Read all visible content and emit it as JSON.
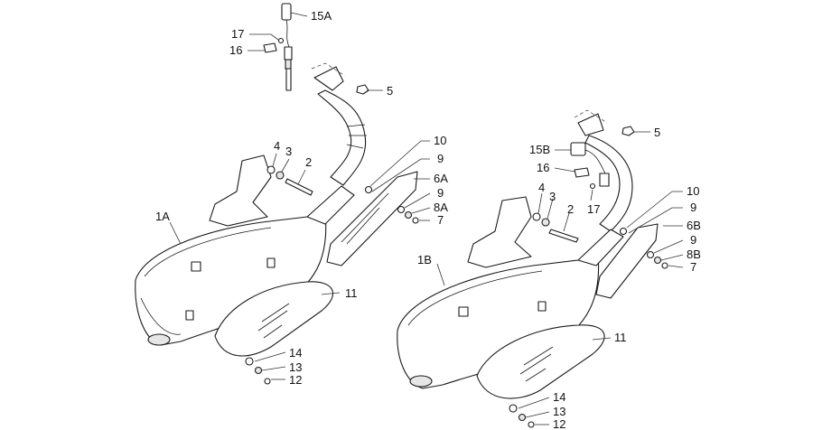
{
  "callouts_left": {
    "c15a": "15A",
    "c17": "17",
    "c16": "16",
    "c5": "5",
    "c10": "10",
    "c9a": "9",
    "c4": "4",
    "c3": "3",
    "c2": "2",
    "c6a": "6A",
    "c9b": "9",
    "c8a": "8A",
    "c7": "7",
    "c1a": "1A",
    "c11": "11",
    "c14": "14",
    "c13": "13",
    "c12": "12"
  },
  "callouts_right": {
    "c5": "5",
    "c15b": "15B",
    "c16": "16",
    "c17": "17",
    "c4": "4",
    "c3": "3",
    "c2": "2",
    "c10": "10",
    "c9a": "9",
    "c6b": "6B",
    "c9b": "9",
    "c8b": "8B",
    "c7": "7",
    "c1b": "1B",
    "c11": "11",
    "c14": "14",
    "c13": "13",
    "c12": "12"
  }
}
